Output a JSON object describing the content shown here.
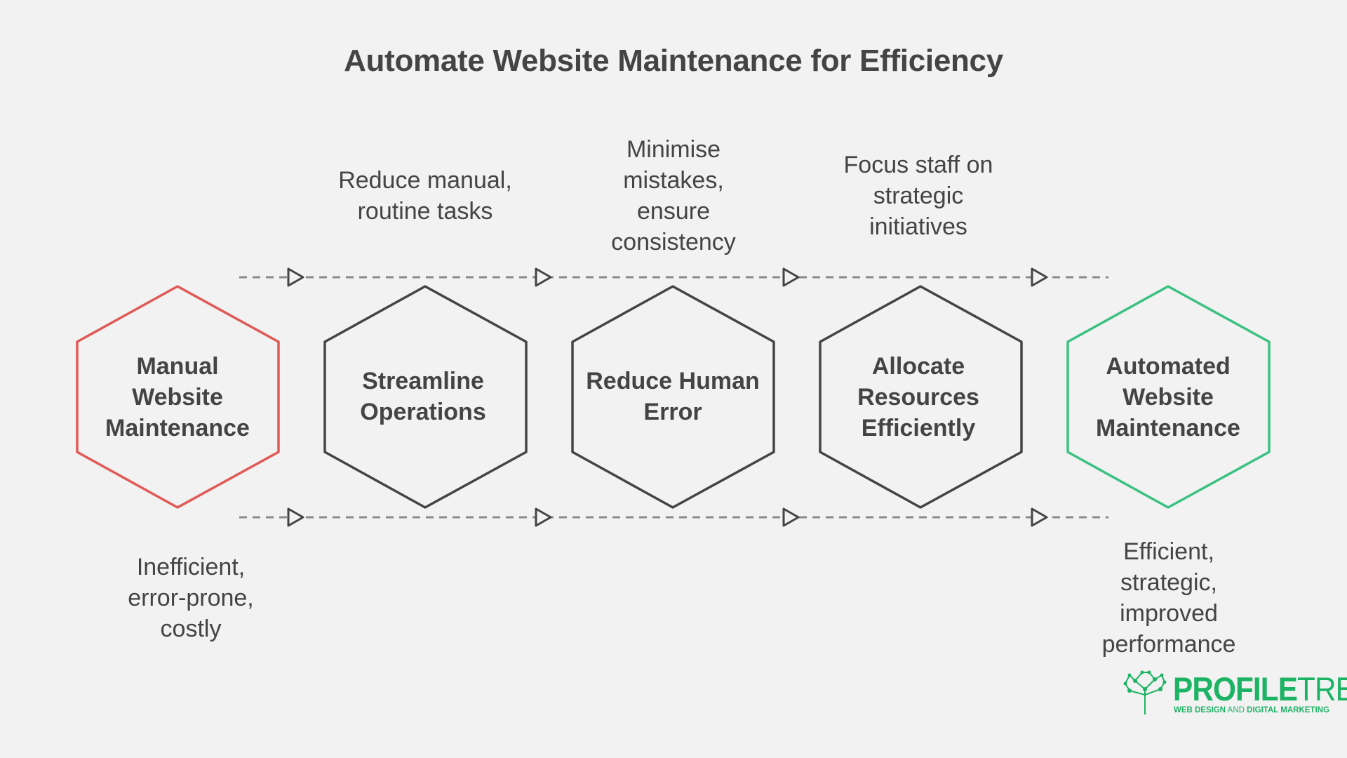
{
  "title": "Automate Website Maintenance for Efficiency",
  "colors": {
    "start": "#e05a57",
    "middle": "#444444",
    "end": "#3cc183",
    "flow": "#8a8a8a",
    "arrow": "#444444",
    "brand": "#1db364"
  },
  "steps": [
    {
      "label": "Manual\nWebsite\nMaintenance",
      "role": "start"
    },
    {
      "label": "Streamline\nOperations",
      "role": "middle"
    },
    {
      "label": "Reduce Human\nError",
      "role": "middle"
    },
    {
      "label": "Allocate\nResources\nEfficiently",
      "role": "middle"
    },
    {
      "label": "Automated\nWebsite\nMaintenance",
      "role": "end"
    }
  ],
  "notes": {
    "above": [
      "Reduce manual,\nroutine tasks",
      "Minimise\nmistakes,\nensure\nconsistency",
      "Focus staff on\nstrategic\ninitiatives"
    ],
    "below_start": "Inefficient,\nerror-prone,\ncostly",
    "below_end": "Efficient,\nstrategic,\nimproved\nperformance"
  },
  "logo": {
    "word_bold": "PROFILE",
    "word_light": "TREE",
    "tagline_bold": "WEB DESIGN",
    "tagline_light": " AND ",
    "tagline_bold2": "DIGITAL MARKETING",
    "icon": "tree-network-icon"
  }
}
